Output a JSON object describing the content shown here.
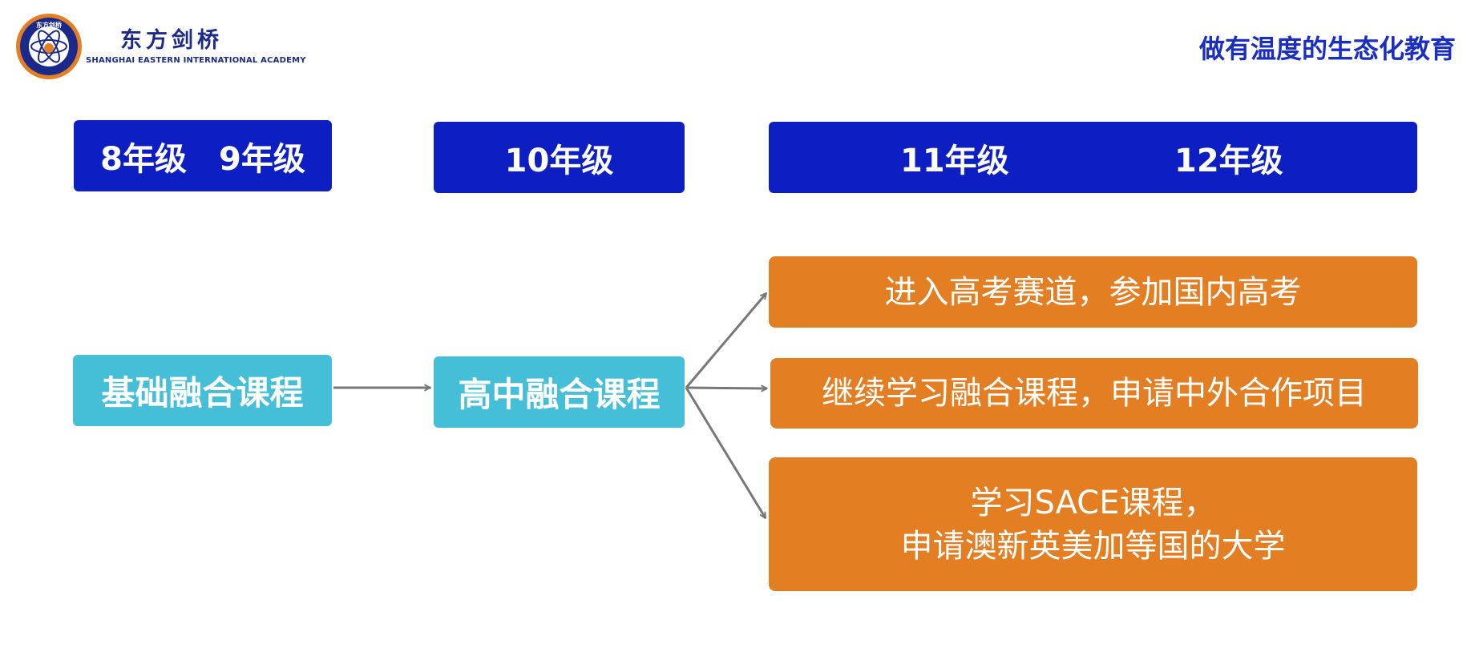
{
  "header": {
    "logo_seal_text": "东方剑桥",
    "logo_name_cn": "东方剑桥",
    "logo_name_en": "SHANGHAI EASTERN INTERNATIONAL ACADEMY",
    "slogan": "做有温度的生态化教育"
  },
  "grades": {
    "col1": [
      "8年级",
      "9年级"
    ],
    "col2": [
      "10年级"
    ],
    "col3": [
      "11年级",
      "12年级"
    ]
  },
  "courses": {
    "foundation": "基础融合课程",
    "high_school": "高中融合课程"
  },
  "pathways": [
    {
      "lines": [
        "进入高考赛道，参加国内高考"
      ]
    },
    {
      "lines": [
        "继续学习融合课程，申请中外合作项目"
      ]
    },
    {
      "lines": [
        "学习SACE课程，",
        "申请澳新英美加等国的大学"
      ]
    }
  ],
  "colors": {
    "grade_header": "#0d1fc3",
    "course_box": "#45bfd7",
    "pathway_box": "#e47e23",
    "arrow": "#777777",
    "slogan": "#1a2ec2",
    "logo_navy": "#1b2a8a",
    "logo_orange": "#e47e23"
  }
}
